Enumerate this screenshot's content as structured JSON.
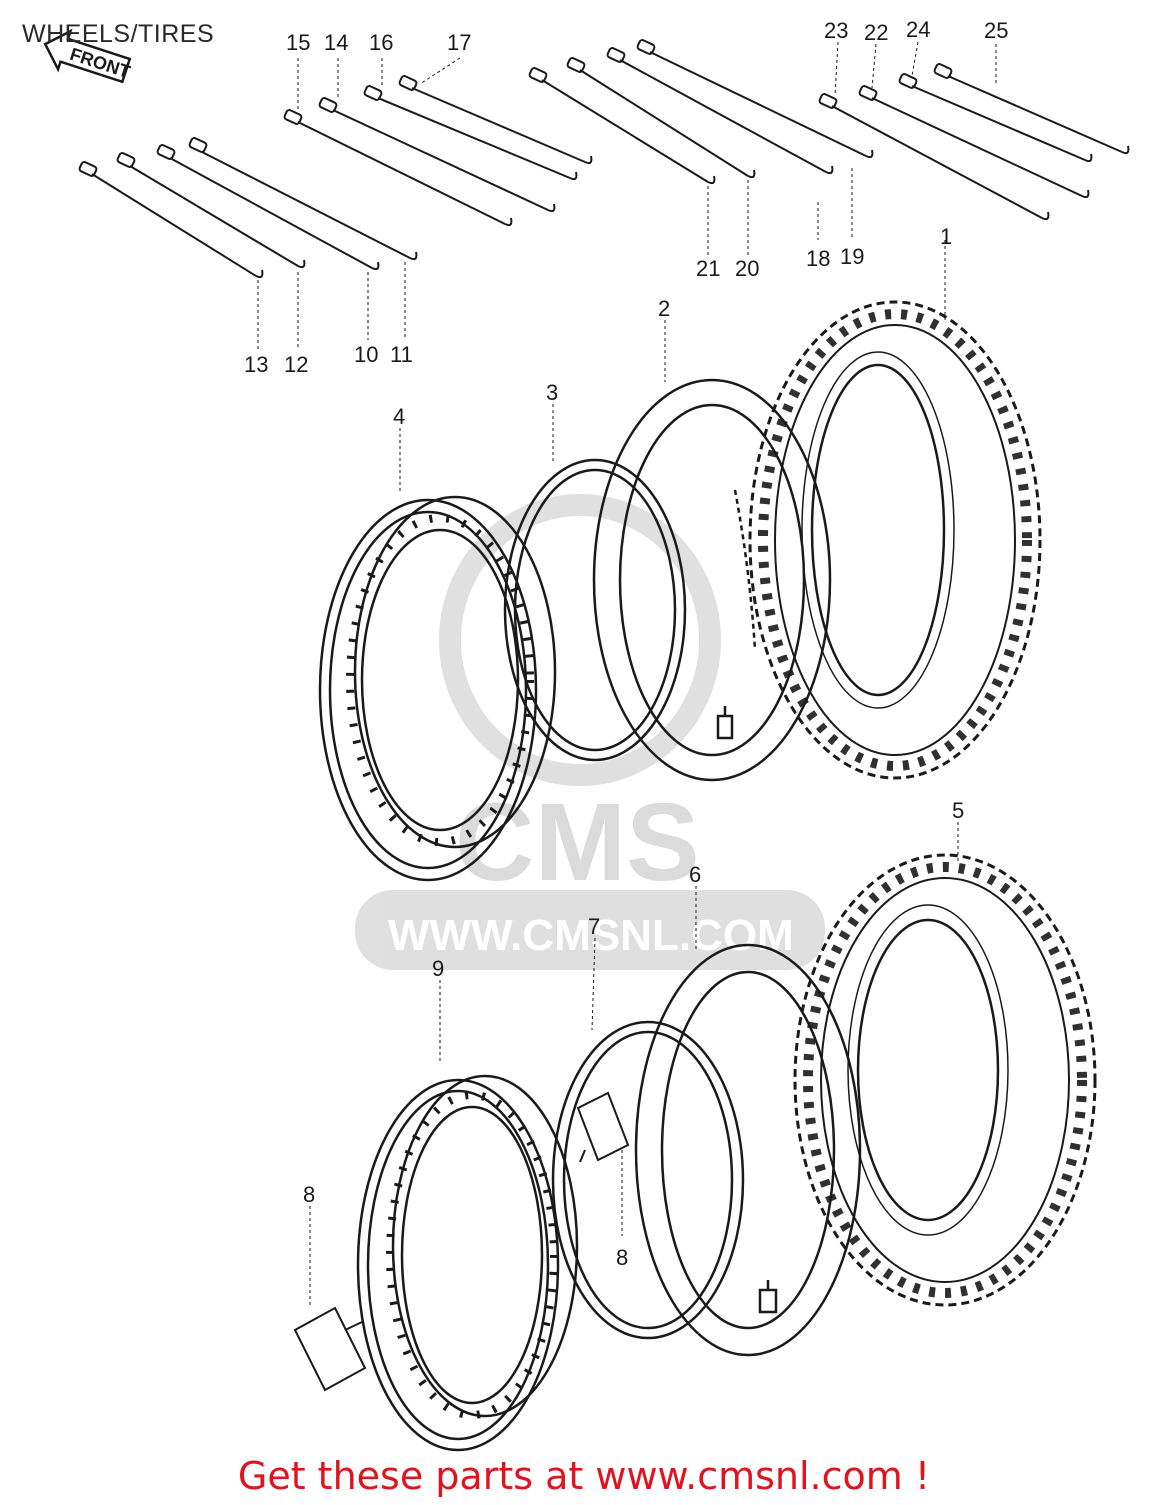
{
  "title": "WHEELS/TIRES",
  "front_marker": "FRONT",
  "watermark": {
    "brand": "CMS",
    "url": "WWW.CMSNL.COM"
  },
  "callouts": {
    "c1": "1",
    "c2": "2",
    "c3": "3",
    "c4": "4",
    "c5": "5",
    "c6": "6",
    "c7": "7",
    "c8a": "8",
    "c8b": "8",
    "c9": "9",
    "c10": "10",
    "c11": "11",
    "c12": "12",
    "c13": "13",
    "c14": "14",
    "c15": "15",
    "c16": "16",
    "c17": "17",
    "c18": "18",
    "c19": "19",
    "c20": "20",
    "c21": "21",
    "c22": "22",
    "c23": "23",
    "c24": "24",
    "c25": "25"
  },
  "footer_link": "Get these parts at www.cmsnl.com !",
  "colors": {
    "line": "#1a1a1a",
    "watermark": "#d9d9d9",
    "link": "#e0141e"
  }
}
